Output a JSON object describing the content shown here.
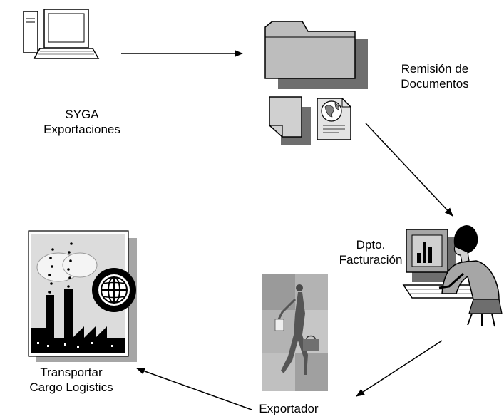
{
  "nodes": {
    "syga": {
      "line1": "SYGA",
      "line2": "Exportaciones"
    },
    "remision": {
      "line1": "Remisión de",
      "line2": "Documentos"
    },
    "dpto": {
      "line1": "Dpto.",
      "line2": "Facturación"
    },
    "exportador": {
      "line1": "Exportador"
    },
    "transportar": {
      "line1": "Transportar",
      "line2": "Cargo Logistics"
    }
  },
  "colors": {
    "ink": "#000000",
    "dark_gray": "#6e6e6e",
    "mid_gray": "#a6a6a6",
    "light_gray": "#d0d0d0",
    "paper": "#ffffff"
  },
  "icons": [
    "computer-icon",
    "folder-icon",
    "document-icon",
    "globe-document-icon",
    "office-worker-icon",
    "walking-businesswoman-icon",
    "factory-globe-icon"
  ]
}
